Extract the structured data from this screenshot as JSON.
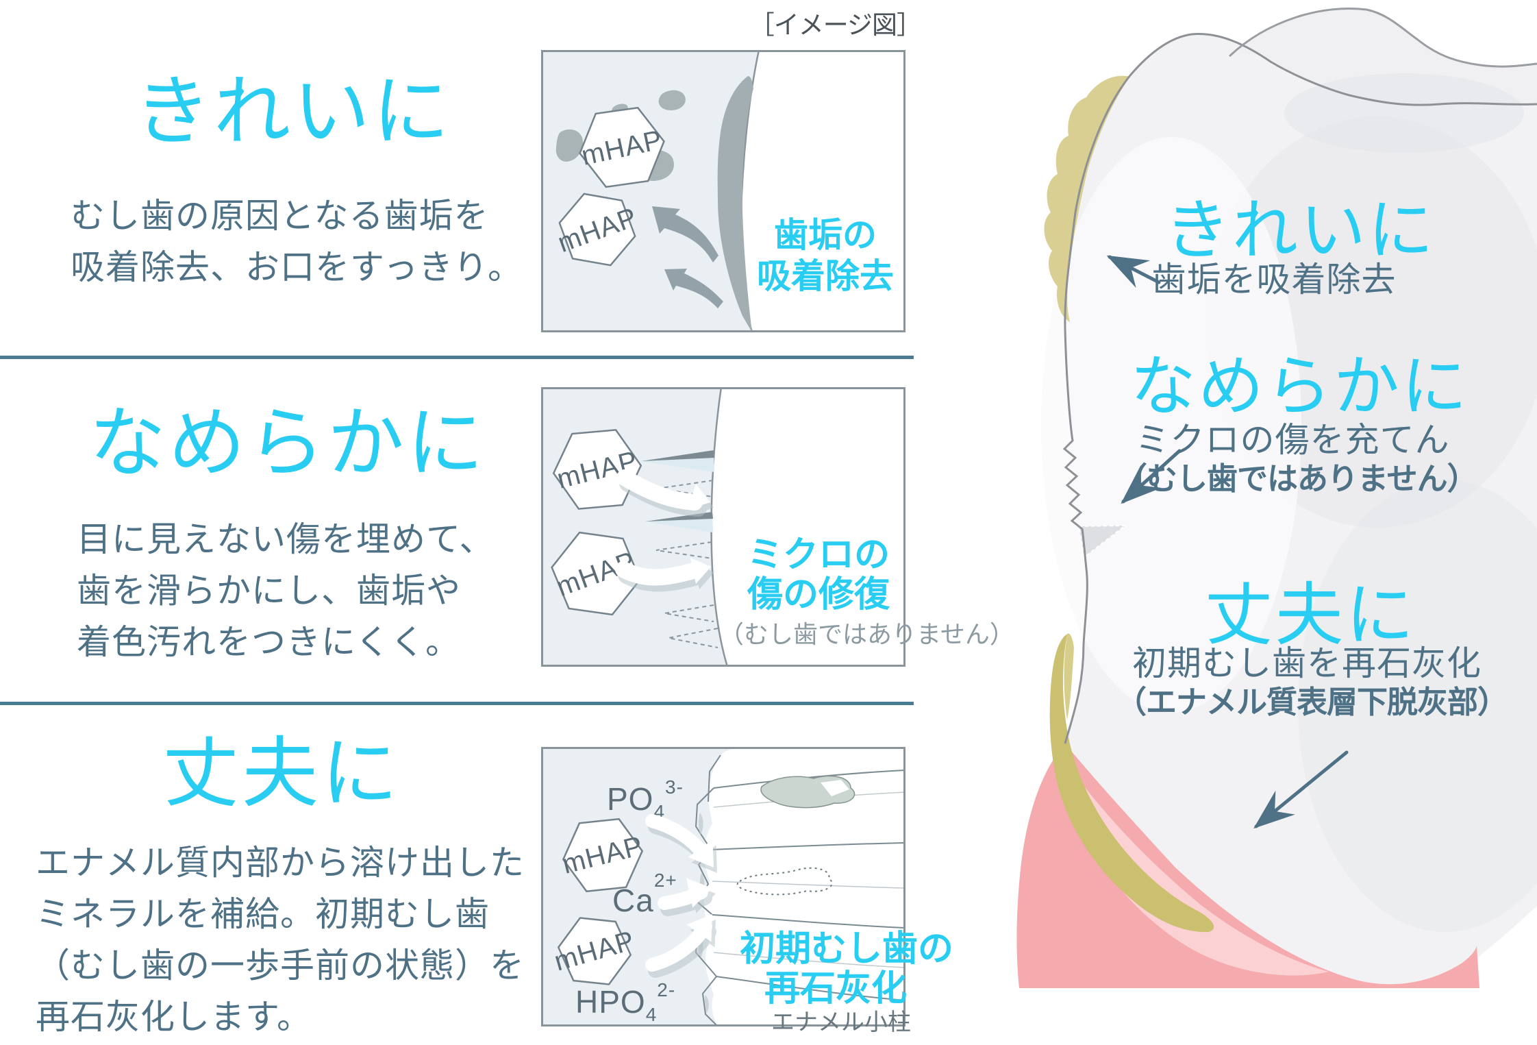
{
  "image_tag": "［イメージ図］",
  "colors": {
    "accent_cyan": "#29CDF1",
    "text_slate": "#4E7186",
    "divider_blue": "#4A7D93",
    "box_background": "#E9EFF3",
    "plaque_yellow": "#D9CF92",
    "gum_pink": "#F5AAAE"
  },
  "sections": [
    {
      "heading": "きれいに",
      "body_lines": [
        "むし歯の原因となる歯垢を",
        "吸着除去、お口をすっきり。"
      ],
      "box": {
        "particle_labels": [
          "mHAP",
          "mHAP"
        ],
        "caption_lines": [
          "歯垢の",
          "吸着除去"
        ]
      }
    },
    {
      "heading": "なめらかに",
      "body_lines": [
        "目に見えない傷を埋めて、",
        "歯を滑らかにし、歯垢や",
        "着色汚れをつきにくく。"
      ],
      "box": {
        "particle_labels": [
          "mHAP",
          "mHAP"
        ],
        "caption_lines": [
          "ミクロの",
          "傷の修復"
        ],
        "note": "（むし歯ではありません）"
      }
    },
    {
      "heading": "丈夫に",
      "body_lines": [
        "エナメル質内部から溶け出した",
        "ミネラルを補給。初期むし歯",
        "（むし歯の一歩手前の状態）を",
        "再石灰化します。"
      ],
      "box": {
        "particle_labels": [
          "mHAP",
          "mHAP"
        ],
        "ions": [
          {
            "base": "PO",
            "sub": "4",
            "sup": "3-"
          },
          {
            "base": "Ca",
            "sub": "",
            "sup": "2+"
          },
          {
            "base": "HPO",
            "sub": "4",
            "sup": "2-"
          }
        ],
        "caption_lines": [
          "初期むし歯の",
          "再石灰化"
        ],
        "label": "エナメル小柱"
      }
    }
  ],
  "tooth": {
    "annotations": [
      {
        "heading": "きれいに",
        "lines": [
          "歯垢を吸着除去"
        ]
      },
      {
        "heading": "なめらかに",
        "lines": [
          "ミクロの傷を充てん",
          "（むし歯ではありません）"
        ]
      },
      {
        "heading": "丈夫に",
        "lines": [
          "初期むし歯を再石灰化",
          "（エナメル質表層下脱灰部）"
        ]
      }
    ]
  }
}
